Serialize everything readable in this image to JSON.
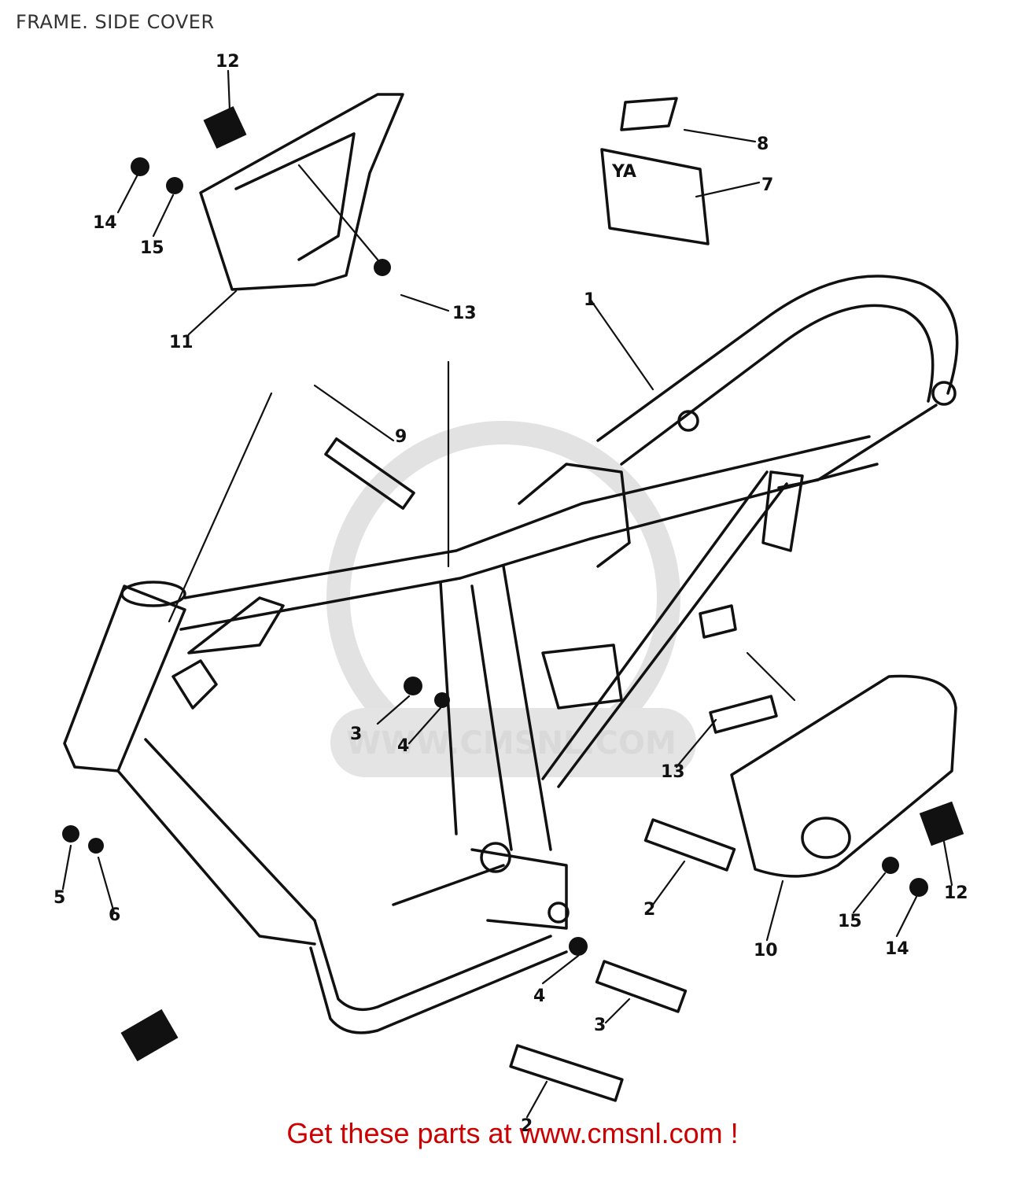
{
  "header": {
    "title": "FRAME. SIDE COVER"
  },
  "watermark": {
    "text": "WWW.CMSNL.COM"
  },
  "callouts": [
    {
      "id": "c1",
      "label": "1"
    },
    {
      "id": "c2",
      "label": "2"
    },
    {
      "id": "c3",
      "label": "3"
    },
    {
      "id": "c4",
      "label": "4"
    },
    {
      "id": "c5",
      "label": "5"
    },
    {
      "id": "c6",
      "label": "6"
    },
    {
      "id": "c7",
      "label": "7"
    },
    {
      "id": "c8",
      "label": "8"
    },
    {
      "id": "c9",
      "label": "9"
    },
    {
      "id": "c10",
      "label": "10"
    },
    {
      "id": "c11",
      "label": "11"
    },
    {
      "id": "c12",
      "label": "12"
    },
    {
      "id": "c13",
      "label": "13"
    },
    {
      "id": "c14",
      "label": "14"
    },
    {
      "id": "c15",
      "label": "15"
    }
  ],
  "footer": {
    "cta": "Get these parts at www.cmsnl.com !"
  },
  "colors": {
    "title": "#333333",
    "cta": "#cc0000",
    "line": "#111111",
    "watermark": "#d9d9d9"
  }
}
